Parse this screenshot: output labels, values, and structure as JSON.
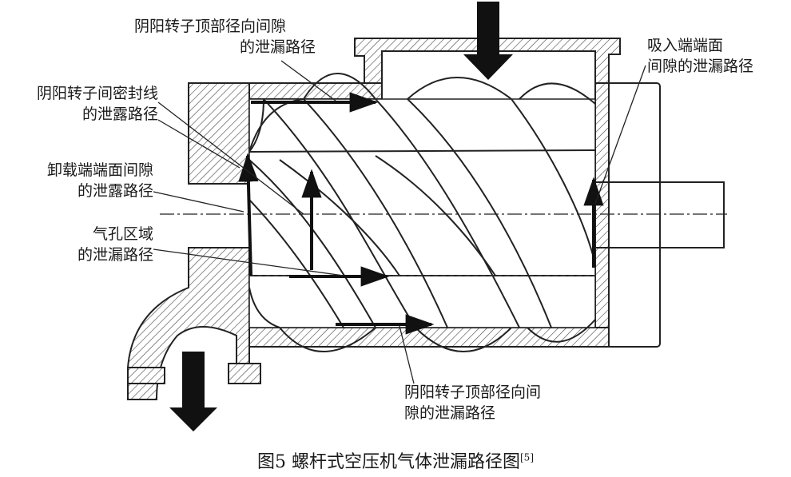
{
  "labels": {
    "top_radial": [
      "阴阳转子顶部径向间隙",
      "的泄漏路径"
    ],
    "seal_line": [
      "阴阳转子间密封线",
      "的泄露路径"
    ],
    "discharge_face": [
      "卸载端端面间隙",
      "的泄露路径"
    ],
    "vent_area": [
      "气孔区域",
      "的泄漏路径"
    ],
    "suction_face": [
      "吸入端端面",
      "间隙的泄漏路径"
    ],
    "bottom_radial": [
      "阴阳转子顶部径向间",
      "隙的泄漏路径"
    ]
  },
  "caption": {
    "text": "图5 螺杆式空压机气体泄漏路径图",
    "ref": "[5]"
  }
}
